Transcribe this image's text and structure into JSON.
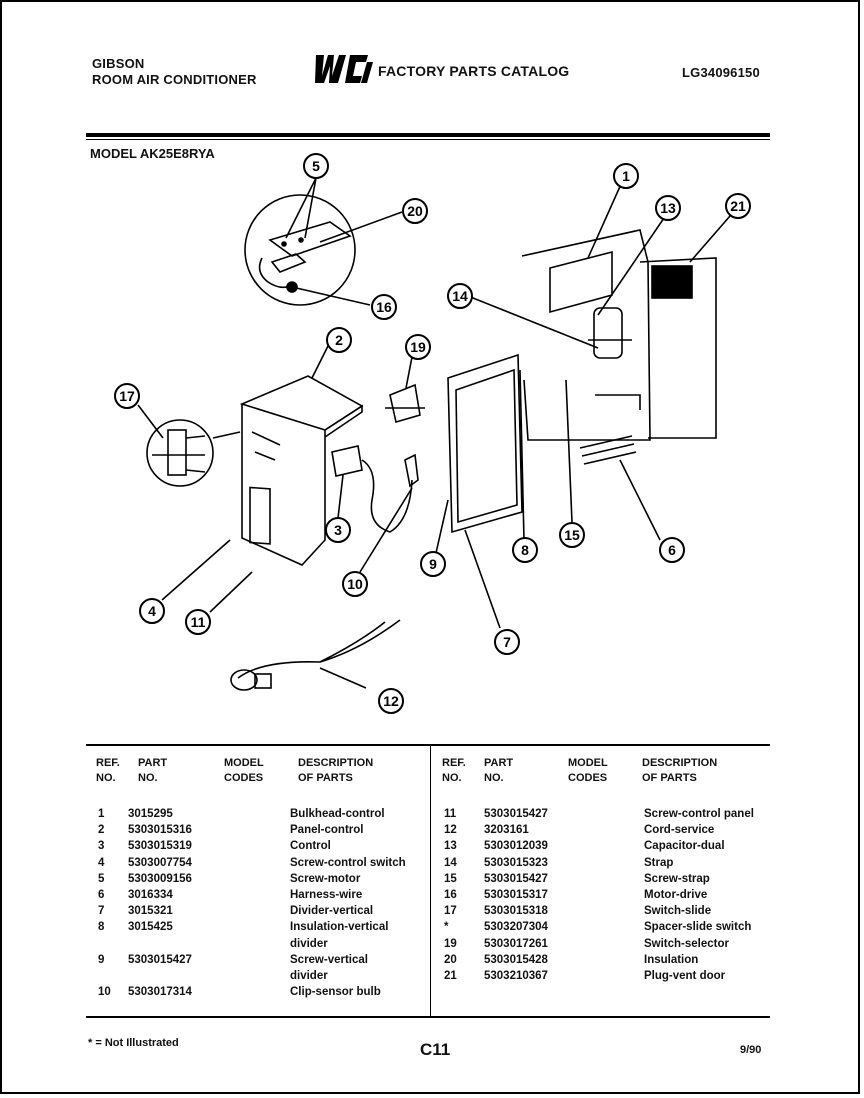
{
  "header": {
    "brand_line1": "GIBSON",
    "brand_line2": "ROOM AIR CONDITIONER",
    "logo_text": "WCI",
    "catalog_title": "FACTORY PARTS CATALOG",
    "catalog_code": "LG34096150",
    "model_label": "MODEL AK25E8RYA"
  },
  "callouts": [
    "1",
    "2",
    "3",
    "4",
    "5",
    "6",
    "7",
    "8",
    "9",
    "10",
    "11",
    "12",
    "13",
    "14",
    "15",
    "16",
    "17",
    "19",
    "20",
    "21"
  ],
  "table": {
    "headers": {
      "ref": [
        "REF.",
        "NO."
      ],
      "part": [
        "PART",
        "NO."
      ],
      "model": [
        "MODEL",
        "CODES"
      ],
      "desc": [
        "DESCRIPTION",
        "OF PARTS"
      ]
    },
    "left_rows": [
      {
        "ref": "1",
        "part": "3015295",
        "desc": "Bulkhead-control"
      },
      {
        "ref": "2",
        "part": "5303015316",
        "desc": "Panel-control"
      },
      {
        "ref": "3",
        "part": "5303015319",
        "desc": "Control"
      },
      {
        "ref": "4",
        "part": "5303007754",
        "desc": "Screw-control switch"
      },
      {
        "ref": "5",
        "part": "5303009156",
        "desc": "Screw-motor"
      },
      {
        "ref": "6",
        "part": "3016334",
        "desc": "Harness-wire"
      },
      {
        "ref": "7",
        "part": "3015321",
        "desc": "Divider-vertical"
      },
      {
        "ref": "8",
        "part": "3015425",
        "desc": "Insulation-vertical"
      },
      {
        "ref": "",
        "part": "",
        "desc": "divider"
      },
      {
        "ref": "9",
        "part": "5303015427",
        "desc": "Screw-vertical"
      },
      {
        "ref": "",
        "part": "",
        "desc": "divider"
      },
      {
        "ref": "10",
        "part": "5303017314",
        "desc": "Clip-sensor bulb"
      }
    ],
    "right_rows": [
      {
        "ref": "11",
        "part": "5303015427",
        "desc": "Screw-control panel"
      },
      {
        "ref": "12",
        "part": "3203161",
        "desc": "Cord-service"
      },
      {
        "ref": "13",
        "part": "5303012039",
        "desc": "Capacitor-dual"
      },
      {
        "ref": "14",
        "part": "5303015323",
        "desc": "Strap"
      },
      {
        "ref": "15",
        "part": "5303015427",
        "desc": "Screw-strap"
      },
      {
        "ref": "16",
        "part": "5303015317",
        "desc": "Motor-drive"
      },
      {
        "ref": "17",
        "part": "5303015318",
        "desc": "Switch-slide"
      },
      {
        "ref": "*",
        "part": "5303207304",
        "desc": "Spacer-slide switch"
      },
      {
        "ref": "19",
        "part": "5303017261",
        "desc": "Switch-selector"
      },
      {
        "ref": "20",
        "part": "5303015428",
        "desc": "Insulation"
      },
      {
        "ref": "21",
        "part": "5303210367",
        "desc": "Plug-vent door"
      }
    ]
  },
  "footer": {
    "note": "* = Not Illustrated",
    "page": "C11",
    "date": "9/90"
  }
}
